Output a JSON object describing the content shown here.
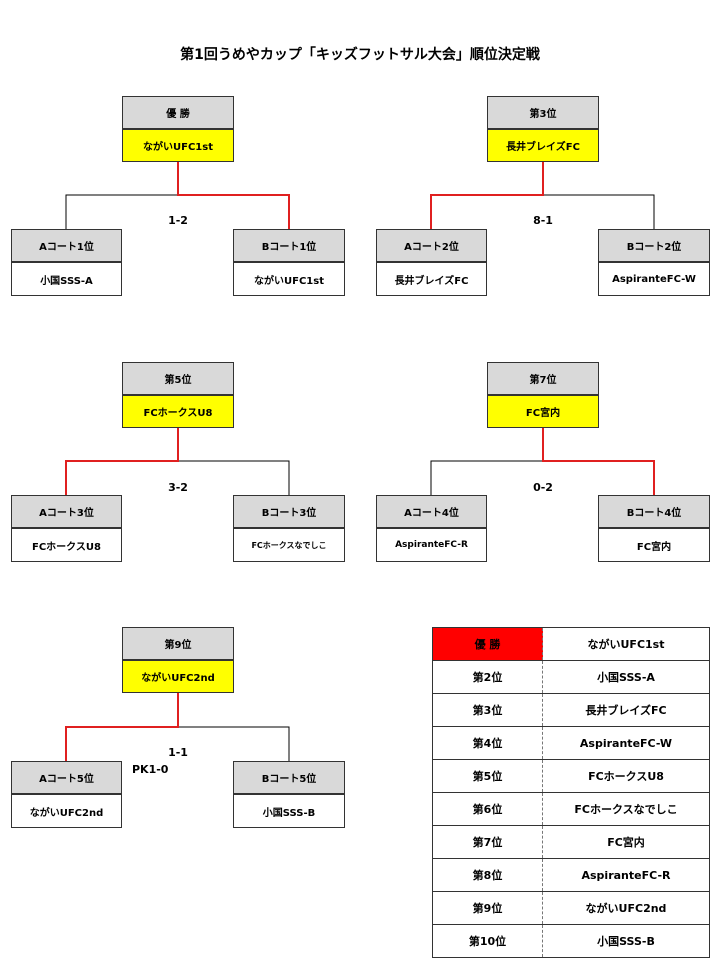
{
  "title": "第1回うめやカップ「キッズフットサル大会」順位決定戦",
  "colors": {
    "winner_line": "#e02020",
    "loser_line": "#000000",
    "winner_fill": "#ffff00",
    "header_fill": "#d9d9d9",
    "champion_cell": "#ff0000"
  },
  "brackets": [
    {
      "place": "優 勝",
      "winner": "ながいUFC1st",
      "left_label": "Aコート1位",
      "left_team": "小国SSS-A",
      "right_label": "Bコート1位",
      "right_team": "ながいUFC1st",
      "score": "1-2",
      "pk": "",
      "winner_side": "right"
    },
    {
      "place": "第3位",
      "winner": "長井ブレイズFC",
      "left_label": "Aコート2位",
      "left_team": "長井ブレイズFC",
      "right_label": "Bコート2位",
      "right_team": "AspiranteFC-W",
      "score": "8-1",
      "pk": "",
      "winner_side": "left"
    },
    {
      "place": "第5位",
      "winner": "FCホークスU8",
      "left_label": "Aコート3位",
      "left_team": "FCホークスU8",
      "right_label": "Bコート3位",
      "right_team": "FCホークスなでしこ",
      "score": "3-2",
      "pk": "",
      "winner_side": "left"
    },
    {
      "place": "第7位",
      "winner": "FC宮内",
      "left_label": "Aコート4位",
      "left_team": "AspiranteFC-R",
      "right_label": "Bコート4位",
      "right_team": "FC宮内",
      "score": "0-2",
      "pk": "",
      "winner_side": "right"
    },
    {
      "place": "第9位",
      "winner": "ながいUFC2nd",
      "left_label": "Aコート5位",
      "left_team": "ながいUFC2nd",
      "right_label": "Bコート5位",
      "right_team": "小国SSS-B",
      "score": "1-1",
      "pk": "PK1-0",
      "winner_side": "left"
    }
  ],
  "ranking": [
    {
      "place": "優 勝",
      "team": "ながいUFC1st"
    },
    {
      "place": "第2位",
      "team": "小国SSS-A"
    },
    {
      "place": "第3位",
      "team": "長井ブレイズFC"
    },
    {
      "place": "第4位",
      "team": "AspiranteFC-W"
    },
    {
      "place": "第5位",
      "team": "FCホークスU8"
    },
    {
      "place": "第6位",
      "team": "FCホークスなでしこ"
    },
    {
      "place": "第7位",
      "team": "FC宮内"
    },
    {
      "place": "第8位",
      "team": "AspiranteFC-R"
    },
    {
      "place": "第9位",
      "team": "ながいUFC2nd"
    },
    {
      "place": "第10位",
      "team": "小国SSS-B"
    }
  ]
}
